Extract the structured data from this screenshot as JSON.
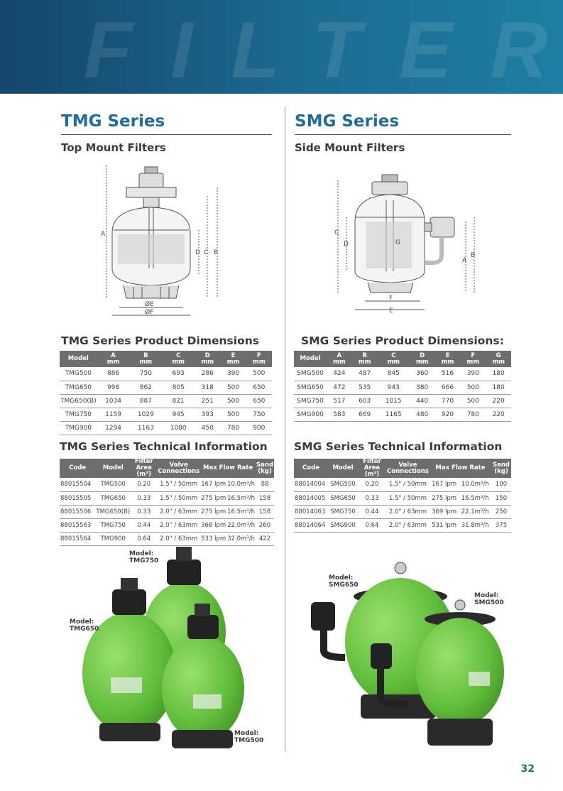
{
  "banner": {
    "word": "FILTER"
  },
  "page_number": "32",
  "tmg": {
    "title": "TMG Series",
    "subtitle": "Top Mount Filters",
    "diagram_labels": {
      "a": "A",
      "b": "B",
      "c": "C",
      "d": "D",
      "e": "ØE",
      "f": "ØF"
    },
    "dimensions_title": "TMG Series Product Dimensions",
    "dimensions_headers": [
      "Model",
      "A",
      "B",
      "C",
      "D",
      "E",
      "F"
    ],
    "dimensions_unit": "mm",
    "dimensions_rows": [
      [
        "TMG500",
        "886",
        "750",
        "693",
        "286",
        "390",
        "500"
      ],
      [
        "TMG650",
        "998",
        "862",
        "805",
        "318",
        "500",
        "650"
      ],
      [
        "TMG650(B)",
        "1034",
        "887",
        "821",
        "251",
        "500",
        "650"
      ],
      [
        "TMG750",
        "1159",
        "1029",
        "945",
        "393",
        "500",
        "750"
      ],
      [
        "TMG900",
        "1294",
        "1163",
        "1080",
        "450",
        "780",
        "900"
      ]
    ],
    "tech_title": "TMG Series Technical Information",
    "tech_headers": {
      "code": "Code",
      "model": "Model",
      "area_1": "Filter",
      "area_2": "Area (m²)",
      "valve_1": "Valve",
      "valve_2": "Connections",
      "flow": "Max Flow Rate",
      "sand_1": "Sand",
      "sand_2": "(kg)"
    },
    "tech_rows": [
      [
        "88015504",
        "TMG500",
        "0.20",
        "1.5\" / 50mm",
        "167 lpm",
        "10.0m³/h",
        "88"
      ],
      [
        "88015505",
        "TMG650",
        "0.33",
        "1.5\" / 50mm",
        "275 lpm",
        "16.5m³/h",
        "158"
      ],
      [
        "88015506",
        "TMG650(B)",
        "0.33",
        "2.0\" / 63mm",
        "275 lpm",
        "16.5m³/h",
        "158"
      ],
      [
        "88015563",
        "TMG750",
        "0.44",
        "2.0\" / 63mm",
        "366 lpm",
        "22.0m³/h",
        "260"
      ],
      [
        "88015564",
        "TMG900",
        "0.64",
        "2.0\" / 63mm",
        "533 lpm",
        "32.0m³/h",
        "422"
      ]
    ],
    "captions": {
      "tmg750": {
        "line1": "Model:",
        "line2": "TMG750"
      },
      "tmg650": {
        "line1": "Model:",
        "line2": "TMG650"
      },
      "tmg500": {
        "line1": "Model:",
        "line2": "TMG500"
      }
    }
  },
  "smg": {
    "title": "SMG Series",
    "subtitle": "Side Mount Filters",
    "diagram_labels": {
      "a": "A",
      "b": "B",
      "c": "C",
      "d": "D",
      "e": "E",
      "f": "F",
      "g": "G"
    },
    "dimensions_title": "SMG Series Product Dimensions:",
    "dimensions_headers": [
      "Model",
      "A",
      "B",
      "C",
      "D",
      "E",
      "F",
      "G"
    ],
    "dimensions_unit": "mm",
    "dimensions_rows": [
      [
        "SMG500",
        "424",
        "487",
        "845",
        "360",
        "516",
        "390",
        "180"
      ],
      [
        "SMG650",
        "472",
        "535",
        "943",
        "380",
        "666",
        "500",
        "180"
      ],
      [
        "SMG750",
        "517",
        "603",
        "1015",
        "440",
        "770",
        "500",
        "220"
      ],
      [
        "SMG900",
        "583",
        "669",
        "1165",
        "480",
        "920",
        "780",
        "220"
      ]
    ],
    "tech_title": "SMG Series Technical Information",
    "tech_headers": {
      "code": "Code",
      "model": "Model",
      "area_1": "Filter",
      "area_2": "Area (m²)",
      "valve_1": "Valve",
      "valve_2": "Connections",
      "flow": "Max Flow Rate",
      "sand_1": "Sand",
      "sand_2": "(kg)"
    },
    "tech_rows": [
      [
        "88014004",
        "SMG500",
        "0.20",
        "1.5\" / 50mm",
        "167 lpm",
        "10.0m³/h",
        "100"
      ],
      [
        "88014005",
        "SMG650",
        "0.33",
        "1.5\" / 50mm",
        "275 lpm",
        "16.5m³/h",
        "150"
      ],
      [
        "88014063",
        "SMG750",
        "0.44",
        "2.0\" / 63mm",
        "369 lpm",
        "22.1m³/h",
        "250"
      ],
      [
        "88014064",
        "SMG900",
        "0.64",
        "2.0\" / 63mm",
        "531 lpm",
        "31.8m³/h",
        "375"
      ]
    ],
    "captions": {
      "smg650": {
        "line1": "Model:",
        "line2": "SMG650"
      },
      "smg500": {
        "line1": "Model:",
        "line2": "SMG500"
      }
    }
  },
  "colors": {
    "accent_blue": "#1f6d98",
    "banner_dark": "#15466b",
    "banner_light": "#1f7ea3",
    "header_gray": "#6e6e6e",
    "filter_green": "#6fcf4a"
  }
}
